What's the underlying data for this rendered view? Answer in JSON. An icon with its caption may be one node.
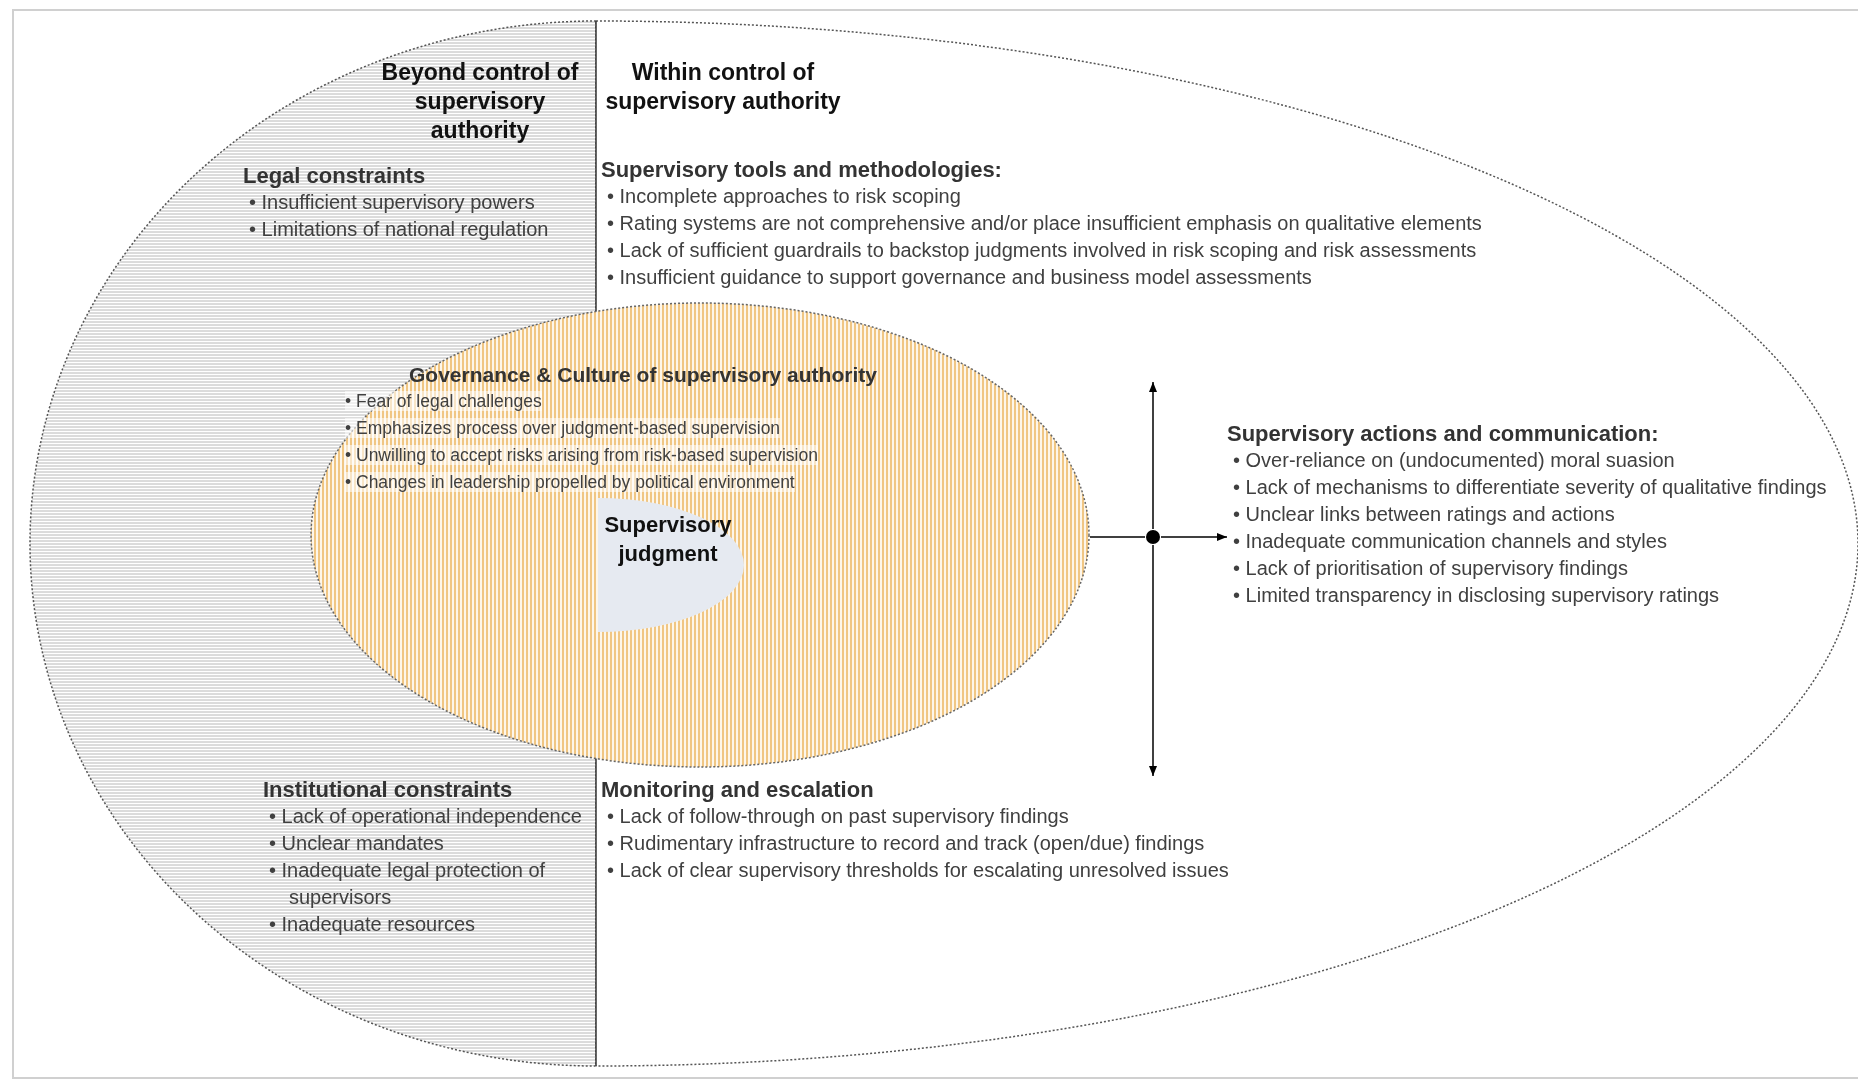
{
  "diagram": {
    "nodes": [
      {
        "text": [
          "Beyond control of supervisory authority"
        ]
      },
      {
        "text": [
          "Legal constraints",
          "• Insufficient supervisory powers",
          "• Limitations of national regulation"
        ],
        "in": 0
      },
      {
        "text": [
          "Institutional constraints",
          "• Lack of operational independence",
          "• Unclear mandates",
          "• Inadequate legal protection of supervisors",
          "• Inadequate resources"
        ],
        "in": 0
      },
      {
        "text": [
          "Within control of supervisory authority"
        ]
      },
      {
        "text": [
          "Supervisory tools and methodologies:",
          "• Incomplete approaches to risk scoping",
          "• Rating systems are not comprehensive and/or place insufficient emphasis on qualitative elements",
          "• Lack of sufficient guardrails to backstop judgments involved in risk scoping and risk assessments",
          "• Insufficient guidance to support governance and business model assessments"
        ],
        "in": 3
      },
      {
        "text": [
          "Monitoring and escalation",
          "• Lack of follow-through on past supervisory findings",
          "• Rudimentary infrastructure to record and track (open/due) findings",
          "• Lack of clear supervisory thresholds for escalating unresolved issues"
        ],
        "in": 3
      },
      {
        "text": [
          "Supervisory actions and communication:",
          "• Over-reliance on (undocumented) moral suasion",
          "• Lack of mechanisms to differentiate severity of qualitative findings",
          "• Unclear links between ratings and actions",
          "• Inadequate communication channels and styles",
          "• Lack of prioritisation of supervisory findings",
          "• Limited transparency in disclosing supervisory ratings"
        ],
        "in": 3
      },
      {
        "text": [
          "Governance & Culture of supervisory authority",
          "• Fear of legal challenges",
          "• Emphasizes process over judgment-based supervision",
          "• Unwilling to accept risks arising from risk-based supervision",
          "• Changes in leadership propelled by political environment"
        ]
      },
      {
        "text": [
          "Supervisory judgment"
        ]
      },
      {
        "text": [],
        "shape": "circle",
        "in": 3
      }
    ],
    "edges": [
      {
        "from": 7,
        "to": 9,
        "arrow": "none"
      },
      {
        "from": 9,
        "to": 6,
        "arrow": "to"
      },
      {
        "from": 9,
        "to": null,
        "arrow": "to"
      },
      {
        "from": 9,
        "to": 5,
        "arrow": "to"
      }
    ]
  }
}
